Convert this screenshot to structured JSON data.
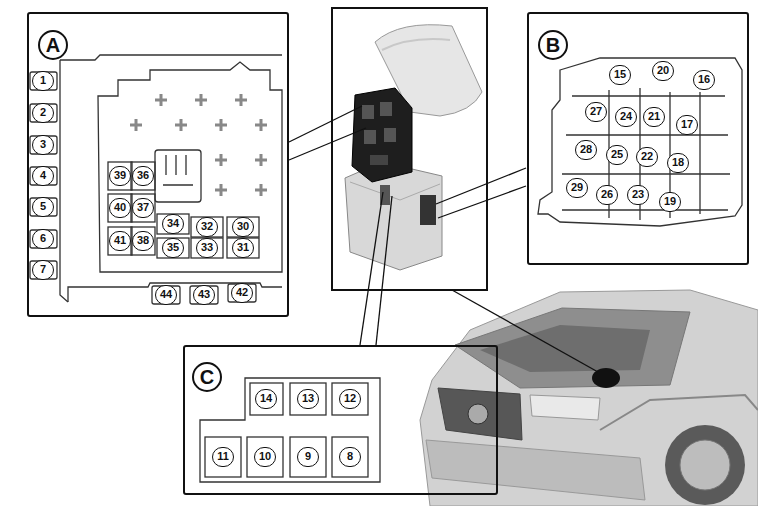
{
  "diagram": {
    "nodes": [
      {
        "text": [
          "A"
        ]
      },
      {
        "text": [
          "B"
        ]
      },
      {
        "text": [
          "C"
        ]
      }
    ],
    "labels": [
      "1",
      "2",
      "3",
      "4",
      "5",
      "6",
      "7",
      "39",
      "36",
      "40",
      "37",
      "41",
      "38",
      "34",
      "32",
      "30",
      "35",
      "33",
      "31",
      "44",
      "43",
      "42",
      "15",
      "20",
      "16",
      "27",
      "24",
      "21",
      "17",
      "28",
      "25",
      "22",
      "18",
      "29",
      "26",
      "23",
      "19",
      "14",
      "13",
      "12",
      "11",
      "10",
      "9",
      "8"
    ]
  }
}
